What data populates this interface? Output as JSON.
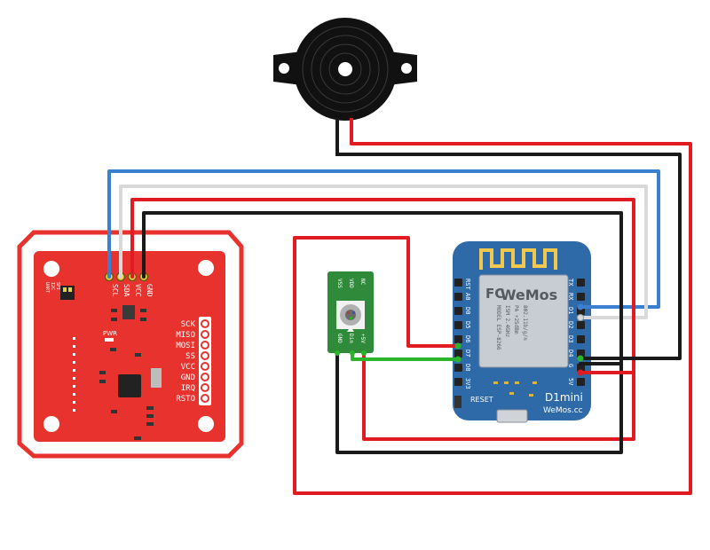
{
  "colors": {
    "wire_red": "#e11b22",
    "wire_black": "#1a1a1a",
    "wire_blue": "#3b7fd0",
    "wire_white": "#d9d9d9",
    "wire_green": "#2bb52b",
    "rfid_board": "#e8322e",
    "wemos_board": "#2f6aa8",
    "led_board": "#2f8a3a",
    "buzzer": "#111111"
  },
  "rfid": {
    "top_pins": [
      "SCL",
      "SDA",
      "VCC",
      "GND"
    ],
    "right_pins": [
      "SCK",
      "MISO",
      "MOSI",
      "SS",
      "VCC",
      "GND",
      "IRQ",
      "RSTO"
    ],
    "pwr_label": "PWR",
    "dip_labels": [
      "SPI",
      "I2C",
      "UART"
    ]
  },
  "led": {
    "top_labels": [
      "VSS",
      "VDD",
      "NC"
    ],
    "bottom_labels": [
      "GND",
      "Din",
      "+5V"
    ]
  },
  "wemos": {
    "left_pins": [
      "RST",
      "A0",
      "D0",
      "D5",
      "D6",
      "D7",
      "D8",
      "3V3"
    ],
    "right_pins": [
      "TX",
      "RX",
      "D1",
      "D2",
      "D3",
      "D4",
      "G",
      "5V"
    ],
    "brand": "WeMos",
    "brand_small": "WeMos.cc",
    "model_line": "MODEL ESP-8266",
    "ism_line": "ISM 2.4GHz",
    "pa_line": "PA +25dBm",
    "wifi_line": "802.11b/g/n",
    "fc_mark": "FC",
    "name": "D1mini",
    "reset_label": "RESET"
  }
}
